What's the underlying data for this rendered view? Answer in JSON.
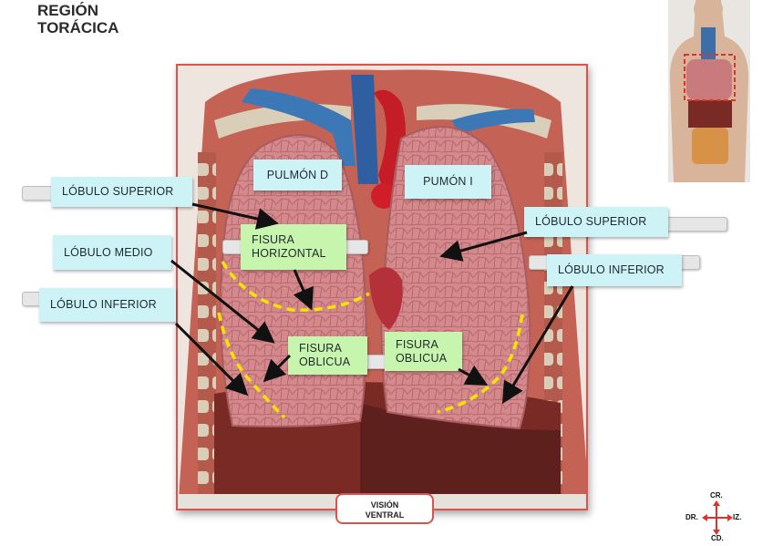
{
  "title": {
    "line1": "REGIÓN",
    "line2": "TORÁCICA"
  },
  "view_label": {
    "line1": "VISIÓN",
    "line2": "VENTRAL"
  },
  "labels": {
    "lobulo_superior_right": "LÓBULO SUPERIOR",
    "lobulo_medio": "LÓBULO MEDIO",
    "lobulo_inferior_right": "LÓBULO INFERIOR",
    "pulmon_d": "PULMÓN D",
    "pumon_i": "PUMÓN I",
    "fisura_horizontal_1": "FISURA",
    "fisura_horizontal_2": "HORIZONTAL",
    "fisura_oblicua_d_1": "FISURA",
    "fisura_oblicua_d_2": "OBLICUA",
    "fisura_oblicua_i_1": "FISURA",
    "fisura_oblicua_i_2": "OBLICUA",
    "lobulo_superior_left": "LÓBULO SUPERIOR",
    "lobulo_inferior_left": "LÓBULO INFERIOR"
  },
  "compass": {
    "cranial": "CR.",
    "caudal": "CD.",
    "right": "DR.",
    "left": "IZ."
  },
  "colors": {
    "label_blue": "#cdf3f7",
    "label_green": "#c7f5ad",
    "frame_red": "#d9534f",
    "fissure_yellow": "#f5e400",
    "compass_red": "#e0322c"
  }
}
